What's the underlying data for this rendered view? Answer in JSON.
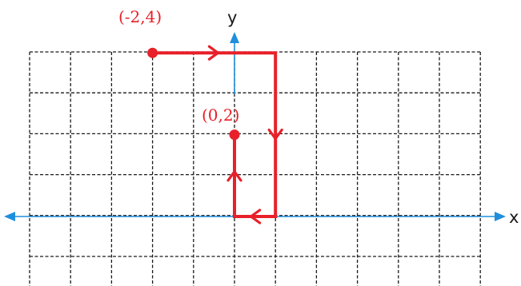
{
  "diagram": {
    "type": "coordinate-path",
    "axes": {
      "x_label": "x",
      "y_label": "y"
    },
    "grid": true,
    "points": [
      {
        "label": "(-2,4)",
        "x": -2,
        "y": 4
      },
      {
        "label": "(0,2)",
        "x": 0,
        "y": 2
      }
    ],
    "path": [
      {
        "x": -2,
        "y": 4
      },
      {
        "x": 1,
        "y": 4
      },
      {
        "x": 1,
        "y": 0
      },
      {
        "x": 0,
        "y": 0
      },
      {
        "x": 0,
        "y": 2
      }
    ],
    "colors": {
      "path": "#e8202a",
      "axis": "#1f8fdc",
      "grid": "#1a1a1a",
      "label": "#e8202a",
      "axis_label": "#1a1a1a"
    }
  }
}
